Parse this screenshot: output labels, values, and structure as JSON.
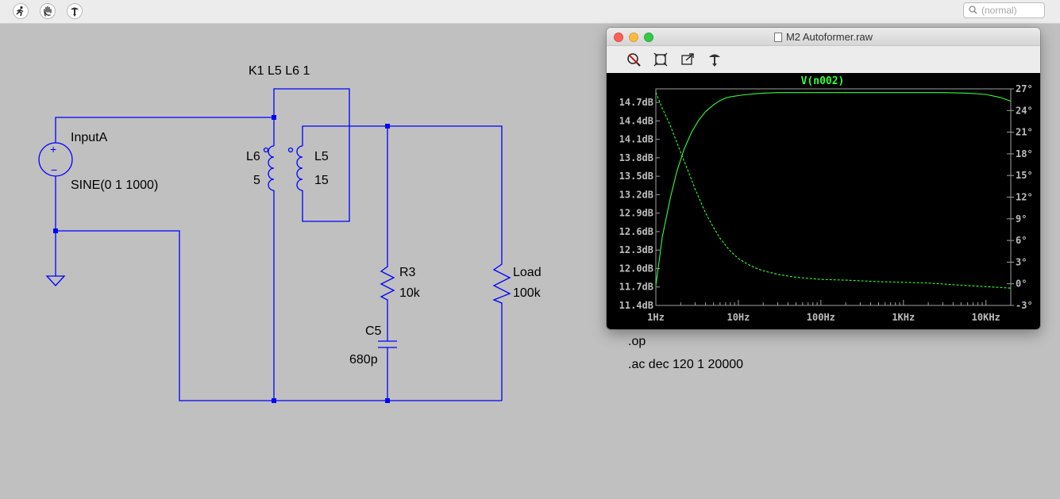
{
  "toolbar": {
    "buttons": [
      {
        "name": "run-icon"
      },
      {
        "name": "pan-hand-icon"
      },
      {
        "name": "probe-icon"
      }
    ],
    "search_placeholder": "(normal)"
  },
  "schematic": {
    "coupling": "K1 L5 L6 1",
    "source_name": "InputA",
    "source_value": "SINE(0 1 1000)",
    "source_plus": "+",
    "source_minus": "−",
    "l6_name": "L6",
    "l6_value": "5",
    "l5_name": "L5",
    "l5_value": "15",
    "r3_name": "R3",
    "r3_value": "10k",
    "c5_name": "C5",
    "c5_value": "680p",
    "load_name": "Load",
    "load_value": "100k",
    "op_directive": ".op",
    "ac_directive": ".ac dec 120 1 20000",
    "wire_color": "#0000ff"
  },
  "plot_window": {
    "title": "M2 Autoformer.raw",
    "tools": [
      {
        "name": "zoom-cancel-icon"
      },
      {
        "name": "autorange-icon"
      },
      {
        "name": "zoom-back-icon"
      },
      {
        "name": "probe-icon"
      }
    ]
  },
  "chart_data": {
    "type": "line",
    "title": "V(n002)",
    "x_scale": "log",
    "x_ticks": [
      "1Hz",
      "10Hz",
      "100Hz",
      "1KHz",
      "10KHz"
    ],
    "x_tick_values": [
      1,
      10,
      100,
      1000,
      10000
    ],
    "xlim": [
      1,
      20000
    ],
    "y_left_ticks": [
      "14.7dB",
      "14.4dB",
      "14.1dB",
      "13.8dB",
      "13.5dB",
      "13.2dB",
      "12.9dB",
      "12.6dB",
      "12.3dB",
      "12.0dB",
      "11.7dB",
      "11.4dB"
    ],
    "y_left_values": [
      14.7,
      14.4,
      14.1,
      13.8,
      13.5,
      13.2,
      12.9,
      12.6,
      12.3,
      12.0,
      11.7,
      11.4
    ],
    "ylim_left": [
      11.4,
      14.92
    ],
    "y_right_ticks": [
      "27°",
      "24°",
      "21°",
      "18°",
      "15°",
      "12°",
      "9°",
      "6°",
      "3°",
      "0°",
      "-3°"
    ],
    "y_right_values": [
      27,
      24,
      21,
      18,
      15,
      12,
      9,
      6,
      3,
      0,
      -3
    ],
    "ylim_right": [
      -3,
      27
    ],
    "grid": false,
    "color": "#33ff33",
    "series": [
      {
        "axis": "left",
        "style": "solid",
        "x": [
          1,
          1.2,
          1.5,
          1.8,
          2.2,
          2.7,
          3.3,
          4,
          5,
          6,
          7,
          8,
          10,
          13,
          16,
          20,
          30,
          50,
          100,
          300,
          1000,
          3000,
          6000,
          10000,
          15000,
          20000
        ],
        "values": [
          11.72,
          12.52,
          13.15,
          13.58,
          13.94,
          14.21,
          14.41,
          14.55,
          14.66,
          14.73,
          14.77,
          14.79,
          14.81,
          14.83,
          14.84,
          14.85,
          14.86,
          14.86,
          14.86,
          14.86,
          14.86,
          14.86,
          14.85,
          14.83,
          14.78,
          14.72
        ]
      },
      {
        "axis": "right",
        "style": "dashed",
        "x": [
          1,
          1.2,
          1.5,
          2,
          2.5,
          3,
          4,
          5,
          6,
          8,
          10,
          13,
          16,
          20,
          30,
          50,
          100,
          200,
          500,
          1000,
          2000,
          5000,
          10000,
          20000
        ],
        "values": [
          26.5,
          24.3,
          21.9,
          18.2,
          15.4,
          13.1,
          9.8,
          7.8,
          6.3,
          4.5,
          3.5,
          2.7,
          2.2,
          1.8,
          1.3,
          0.9,
          0.6,
          0.5,
          0.3,
          0.2,
          0.1,
          -0.2,
          -0.4,
          -0.6
        ]
      }
    ]
  }
}
